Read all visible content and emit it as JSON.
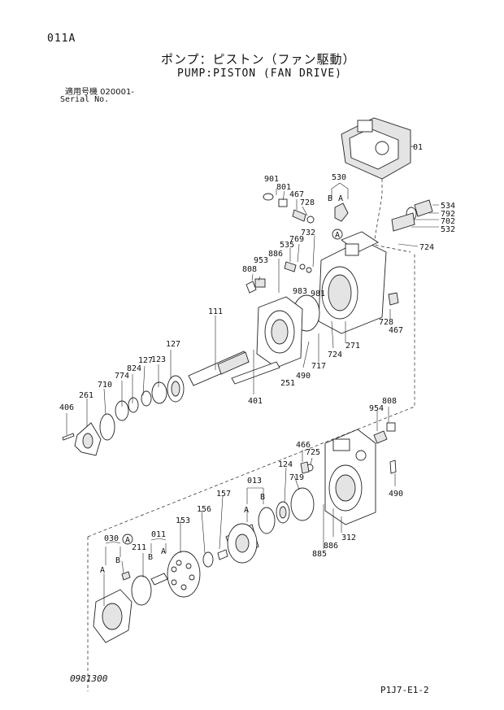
{
  "header": {
    "page_code": "011A",
    "title_jp": "ポンプ：ピストン（ファン駆動）",
    "title_en": "PUMP:PISTON (FAN DRIVE)",
    "serial_label_jp": "適用号機 020001-",
    "serial_label_en": "Serial No."
  },
  "footer": {
    "left_code": "0981300",
    "right_code": "P1J7-E1-2"
  },
  "callouts": {
    "p01": "01",
    "p901": "901",
    "p801": "801",
    "p467a": "467",
    "p728a": "728",
    "p530": "530",
    "pB1": "B",
    "pA1": "A",
    "p534": "534",
    "p792": "792",
    "p702": "702",
    "p532": "532",
    "pA_circ1": "A",
    "p732": "732",
    "p769": "769",
    "p535": "535",
    "p886a": "886",
    "p953": "953",
    "p808a": "808",
    "p983": "983",
    "p981": "981",
    "p724a": "724",
    "p728b": "728",
    "p467b": "467",
    "p111": "111",
    "p127a": "127",
    "p127b": "127",
    "p123": "123",
    "p824": "824",
    "p774": "774",
    "p710": "710",
    "p261": "261",
    "p406": "406",
    "p724b": "724",
    "p271": "271",
    "p717": "717",
    "p490a": "490",
    "p251": "251",
    "p401": "401",
    "p954": "954",
    "p808b": "808",
    "p466": "466",
    "p725": "725",
    "p124": "124",
    "p719": "719",
    "p490b": "490",
    "p013": "013",
    "pB2": "B",
    "pA2": "A",
    "p157": "157",
    "p156": "156",
    "p153": "153",
    "p011": "011",
    "pB3": "B",
    "pA3": "A",
    "p030": "030",
    "pA_circ2": "A",
    "p211": "211",
    "pB4": "B",
    "pA4": "A",
    "p312": "312",
    "p886b": "886",
    "p885": "885"
  }
}
